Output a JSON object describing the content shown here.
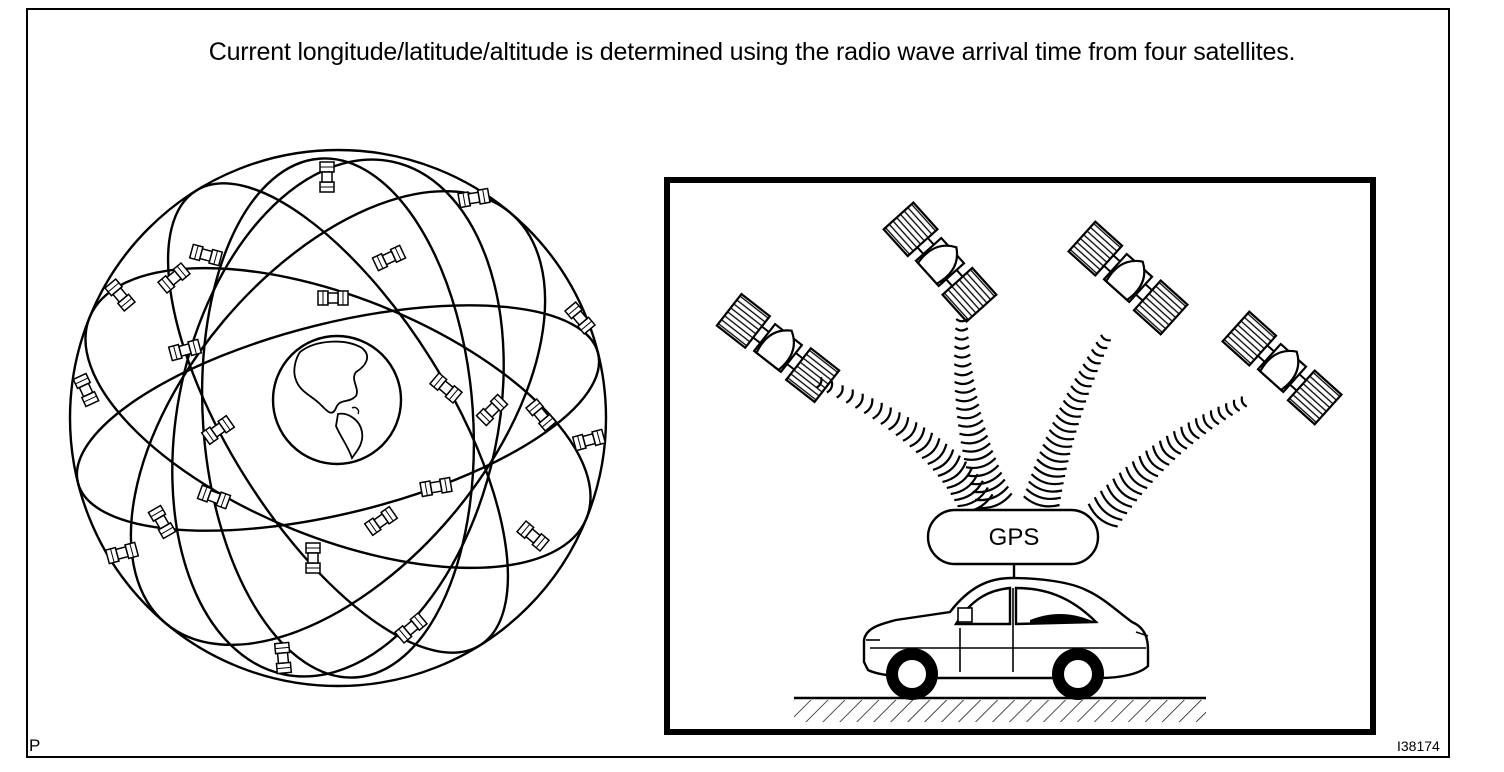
{
  "caption": "Current longitude/latitude/altitude is determined using the radio wave arrival time from four satellites.",
  "receiver_label": "GPS",
  "corner_left_label": "P",
  "corner_right_label": "I38174"
}
